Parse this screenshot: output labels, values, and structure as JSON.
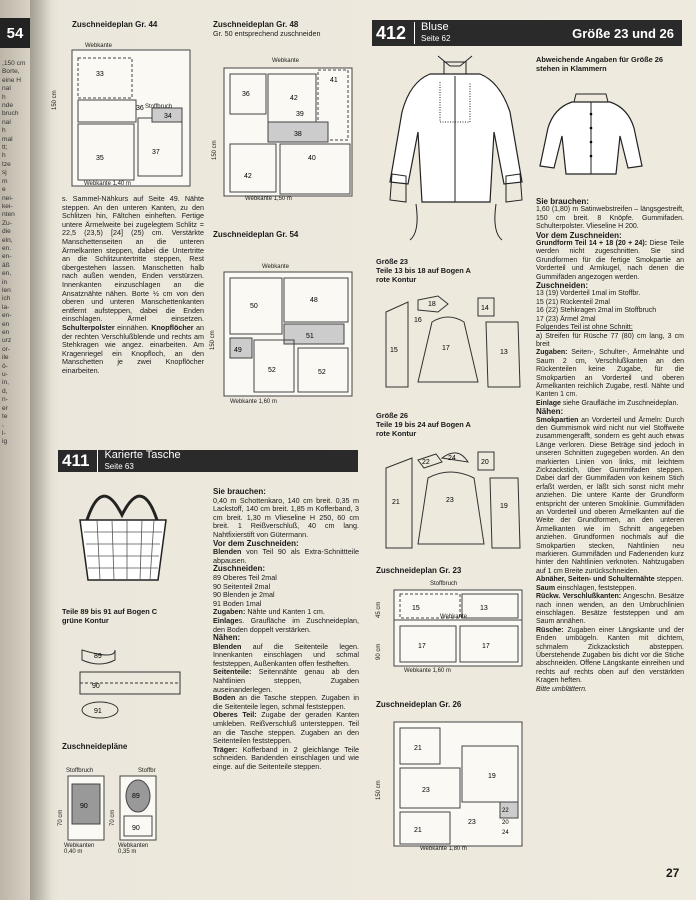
{
  "page_num_left": "54",
  "page_num_right": "27",
  "left_strip": [
    ",150 cm",
    "Borte,",
    "eine H",
    "nal",
    "h",
    "nde",
    "bruch",
    "nal",
    "h",
    "mal",
    "tt;",
    "h",
    "tze",
    "sj",
    "m",
    "e",
    "nei-",
    "kei-",
    "nten",
    "Zu-",
    "die",
    "eln,",
    "en.",
    "en-",
    "äß",
    "en,",
    "in",
    "len",
    "ich",
    "la-",
    "en-",
    "en",
    "en",
    "urz",
    "or-",
    "ile",
    "ö-",
    "u-",
    "in,",
    "d,",
    "n-",
    "er",
    "te",
    "",
    ",",
    "l-",
    "ig"
  ],
  "c1": {
    "title_gr44": "Zuschneideplan Gr. 44",
    "gr44": {
      "top": "Webkante",
      "side": "150 cm",
      "stoff": "Stoffbruch",
      "bottom": "Webkante 1,40 m",
      "parts": [
        "33",
        "34",
        "36",
        "35",
        "37"
      ]
    },
    "text1": "s. Sammel-Nähkurs auf Seite 49. Nähte steppen. An den unteren Kanten, zu den Schlitzen hin, Fältchen einheften. Fertige untere Ärmelweite bei zugelegtem Schlitz = 22,5 (23,5) [24] (25) cm. Verstärkte Manschettenseiten an die unteren Ärmelkanten steppen, dabei die Untertritte an die Schlitzuntertritte steppen, Rest übergestehen lassen. Manschetten halb nach außen wenden, Enden verstürzen. Innenkanten einzuschlagen an die Ansatznähte nähen. Borte ½ cm von den oberen und unteren Manschettenkanten entfernt aufsteppen, dabei die Enden einschlagen. Ärmel einsetzen.",
    "text1b": "Schulterpolster",
    "text1c": " einnähen.",
    "text1d": "Knopflöcher",
    "text1e": " an der rechten Verschlußblende und rechts am Stehkragen wie angez. einarbeiten. Am Kragenriegel ein Knopfloch, an den Manschetten je zwei Knopflöcher einarbeiten."
  },
  "c2": {
    "title_gr48": "Zuschneideplan Gr. 48",
    "sub_gr48": "Gr. 50 entsprechend zuschneiden",
    "gr48": {
      "top": "Webkante",
      "side": "150 cm",
      "bottom": "Webkante 1,50 m",
      "parts": [
        "36",
        "41",
        "42",
        "39",
        "38",
        "40",
        "42"
      ]
    },
    "title_gr54": "Zuschneideplan Gr. 54",
    "gr54": {
      "top": "Webkante",
      "side": "150 cm",
      "bottom": "Webkante 1,60 m",
      "parts": [
        "48",
        "50",
        "49",
        "51",
        "52",
        "52"
      ]
    }
  },
  "bar411": {
    "num": "411",
    "title": "Karierte Tasche",
    "sub": "Seite 63"
  },
  "c411": {
    "teile": "Teile 89 bis 91 auf Bogen C",
    "kontur": "grüne Kontur",
    "parts": [
      "89",
      "90",
      "91"
    ],
    "plane_title": "Zuschneidepläne",
    "plan_a": {
      "stoff": "Stoffbruch",
      "side": "70 cm",
      "bottom": "Webkanten 0,40 m",
      "part": "90"
    },
    "plan_b": {
      "stoff": "Stoffbr",
      "side": "70 cm",
      "bottom": "Webkanten 0,35 m",
      "parts": [
        "89",
        "90"
      ]
    }
  },
  "c411r": {
    "brauchen_h": "Sie brauchen:",
    "brauchen": "0,40 m Schottenkaro, 140 cm breit. 0,35 m Lackstoff, 140 cm breit. 1,85 m Kofferband, 3 cm breit. 1,30 m Vlieseline H 250, 60 cm breit. 1 Reißverschluß, 40 cm lang. Nahtfixierstift von Gütermann.",
    "vorzu_h": "Vor dem Zuschneiden:",
    "vorzu_b": "Blenden",
    "vorzu": " von Teil 90 als Extra-Schnittteile abpausen.",
    "zu_h": "Zuschneiden:",
    "zu": [
      "89 Oberes Teil 2mal",
      "90 Seitenteil 2mal",
      "90 Blenden je 2mal",
      "91 Boden 1mal"
    ],
    "zug_b": "Zugaben:",
    "zug": " Nähte und Kanten 1 cm.",
    "einl_b": "Einlage",
    "einl": "s. Graufläche im Zuschneideplan, den Boden doppelt verstärken.",
    "naehen_h": "Nähen:",
    "n1b": "Blenden",
    "n1": " auf die Seitenteile legen. Innenkanten einschlagen und schmal feststeppen, Außenkanten offen festheften.",
    "n2b": "Seitenteile:",
    "n2": " Seitennähte genau ab den Nahtlinien steppen, Zugaben auseinanderlegen.",
    "n3b": "Boden",
    "n3": " an die Tasche steppen. Zugaben in die Seitenteile legen, schmal feststeppen.",
    "n4b": "Oberes Teil:",
    "n4": " Zugabe der geraden Kanten umkleben. Reißverschluß untersteppen. Teil an die Tasche steppen. Zugaben an den Seitenteilen feststeppen.",
    "n5b": "Träger:",
    "n5": " Kofferband in 2 gleichlange Teile schneiden. Bandenden einschlagen und wie einge. auf die Seitenteile steppen."
  },
  "bar412": {
    "num": "412",
    "title": "Bluse",
    "sub": "Seite 62",
    "size": "Größe 23 und 26"
  },
  "c412a": {
    "g23": "Größe 23",
    "g23t": "Teile 13 bis 18 auf Bogen A",
    "g23k": "rote Kontur",
    "g23parts": [
      "18",
      "14",
      "16",
      "15",
      "17",
      "13"
    ],
    "g26": "Größe 26",
    "g26t": "Teile 19 bis 24 auf Bogen A",
    "g26k": "rote Kontur",
    "g26parts": [
      "22",
      "24",
      "20",
      "21",
      "23",
      "19"
    ],
    "zp23": "Zuschneideplan Gr. 23",
    "zp23d": {
      "stoff": "Stoffbruch",
      "side1": "45 cm",
      "side2": "90 cm",
      "bottom": "Webkante 1,60 m",
      "mid": "Webkante",
      "parts": [
        "15",
        "13",
        "17",
        "17"
      ]
    },
    "zp26": "Zuschneideplan Gr. 26",
    "zp26d": {
      "side": "150 cm",
      "bottom": "Webkante 1,80 m",
      "parts": [
        "21",
        "23",
        "19",
        "23",
        "21",
        "22",
        "20",
        "24"
      ]
    }
  },
  "c412b": {
    "abw": "Abweichende Angaben für Größe 26 stehen in Klammern",
    "brauchen_h": "Sie brauchen:",
    "brauchen": "1,60 (1,80) m Satinwebstreifen – längsgestreift, 150 cm breit. 8 Knöpfe. Gummifaden. Schulterpolster. Vlieseline H 200.",
    "vorzu_h": "Vor dem Zuschneiden:",
    "vorzu_b": "Grundform Teil 14 + 18 (20 + 24):",
    "vorzu": " Diese Teile werden nicht zugeschnitten. Sie sind Grundformen für die fertige Smokpartie an Vorderteil und Armkugel, nach denen die Gummifäden angezogen werden.",
    "zu_h": "Zuschneiden:",
    "zu": [
      "13 (19)  Vorderteil 1mal im Stoffbr.",
      "15 (21)  Rückenteil 2mal",
      "16 (22)  Stehkragen 2mal im Stoffbruch",
      "17 (23)  Ärmel 2mal"
    ],
    "folg": "Folgendes Teil ist ohne Schnitt:",
    "folg_a": "a) Streifen für Rüsche 77 (80) cm lang, 3 cm breit",
    "zug_b": "Zugaben:",
    "zug": " Seiten-, Schulter-, Ärmelnähte und Saum 2 cm, Verschlußkanten an den Rückenteilen keine Zugabe, für die Smokpartien an Vorderteil und oberen Ärmelkanten reichlich Zugabe, restl. Nähte und Kanten 1 cm.",
    "einl_b": "Einlage",
    "einl": " siehe Graufläche im Zuschneideplan.",
    "naehen_h": "Nähen:",
    "n1b": "Smokpartien",
    "n1": " an Vorderteil und Ärmeln: Durch den Gummismok wird nicht nur viel Stoffweite zusammengerafft, sondern es geht auch etwas Länge verloren. Diese Beträge sind jedoch in unseren Schnitten zugegeben worden. An den markierten Linien von links, mit leichtem Zickzackstich, über Gummifaden steppen. Dabei darf der Gummifaden von keinem Stich erfaßt werden, er läßt sich sonst nicht mehr anziehen. Die untere Kante der Grundform entspricht der unteren Smoklinie. Gummifäden an Vorderteil und oberen Ärmelkanten auf die Weite der Grundformen, an den unteren Ärmelkanten wie im Schnitt angegeben anziehen. Grundformen nochmals auf die Smokpartien stecken, Nahtlinien neu markieren. Gummifäden und Fadenenden kurz hinter den Nahtlinien verknoten. Nahtzugaben auf 1 cm Breite zurückschneiden.",
    "n2b": "Abnäher, Seiten- und Schulternähte",
    "n2": " steppen.",
    "n3b": "Saum",
    "n3": " einschlagen, feststeppen.",
    "n4b": "Rückw. Verschlußkanten:",
    "n4": " Angeschn. Besätze nach innen wenden, an den Umbruchlinien einschlagen. Besätze feststeppen und am Saum annähen.",
    "n5b": "Rüsche:",
    "n5": " Zugaben einer Längskante und der Enden umbügeln. Kanten mit dichtem, schmalem Zickzackstich absteppen. Überstehende Zugaben bis dicht vor die Stiche abschneiden. Offene Längskante einreihen und rechts auf rechts oben auf den verstärkten Kragen heften.",
    "bitte": "Bitte umblättern."
  }
}
